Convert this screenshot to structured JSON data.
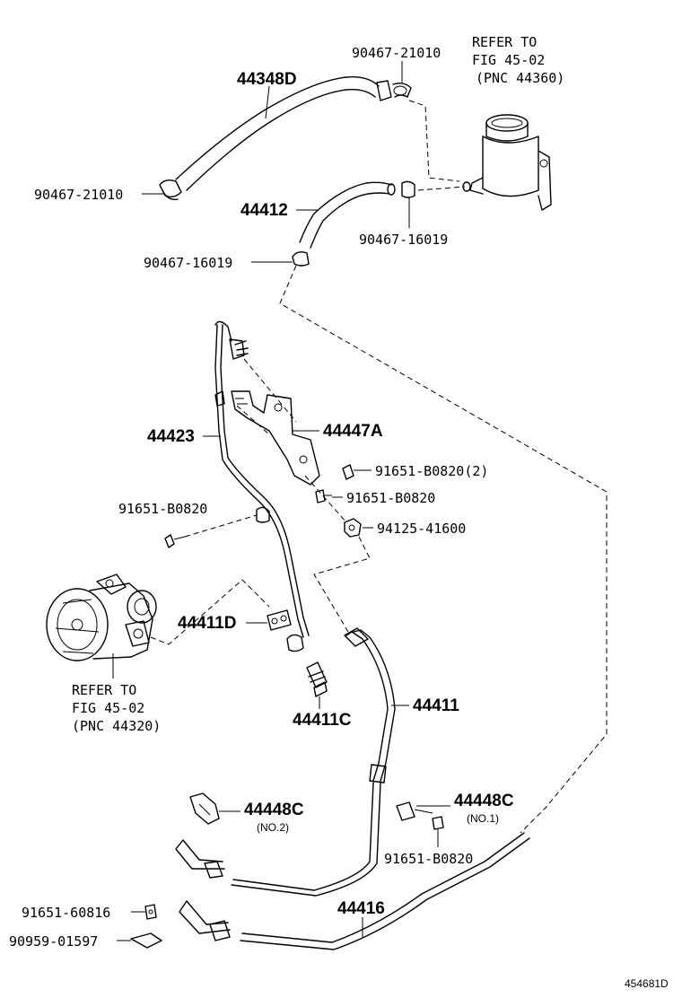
{
  "diagram_id": "454681D",
  "labels": {
    "l_90467_21010_top": "90467-21010",
    "l_refer_top_1": "REFER TO",
    "l_refer_top_2": "FIG 45-02",
    "l_refer_top_3": "(PNC 44360)",
    "l_44348D": "44348D",
    "l_90467_21010_left": "90467-21010",
    "l_44412": "44412",
    "l_90467_16019_right": "90467-16019",
    "l_90467_16019_left": "90467-16019",
    "l_44447A": "44447A",
    "l_44423": "44423",
    "l_91651_B0820_2": "91651-B0820(2)",
    "l_91651_B0820_mid": "91651-B0820",
    "l_91651_B0820_left": "91651-B0820",
    "l_94125_41600": "94125-41600",
    "l_44411D": "44411D",
    "l_refer_bot_1": "REFER TO",
    "l_refer_bot_2": "FIG 45-02",
    "l_refer_bot_3": "(PNC 44320)",
    "l_44411C": "44411C",
    "l_44411": "44411",
    "l_44448C_no2": "44448C",
    "l_no2": "(NO.2)",
    "l_44448C_no1": "44448C",
    "l_no1": "(NO.1)",
    "l_91651_B0820_bot": "91651-B0820",
    "l_91651_60816": "91651-60816",
    "l_44416": "44416",
    "l_90959_01597": "90959-01597"
  }
}
